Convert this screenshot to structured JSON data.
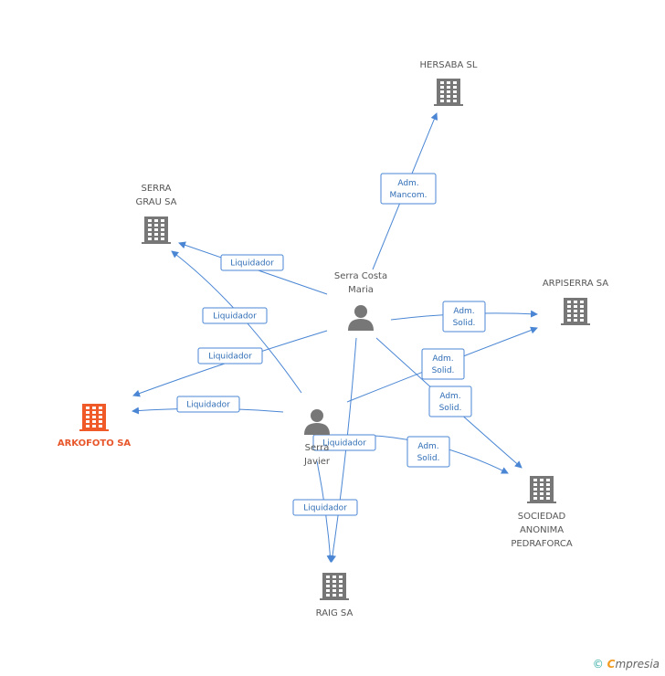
{
  "colors": {
    "company": "#777777",
    "main_company": "#f05a28",
    "person": "#777777",
    "edge": "#4a86d4"
  },
  "nodes": [
    {
      "id": "hersaba",
      "type": "company",
      "label_lines": [
        "HERSABA SL"
      ]
    },
    {
      "id": "serragrau",
      "type": "company",
      "label_lines": [
        "SERRA",
        "GRAU SA"
      ]
    },
    {
      "id": "arpiserra",
      "type": "company",
      "label_lines": [
        "ARPISERRA SA"
      ]
    },
    {
      "id": "arkofoto",
      "type": "company",
      "main": true,
      "label_lines": [
        "ARKOFOTO SA"
      ]
    },
    {
      "id": "sociedad",
      "type": "company",
      "label_lines": [
        "SOCIEDAD",
        "ANONIMA",
        "PEDRAFORCA"
      ]
    },
    {
      "id": "raig",
      "type": "company",
      "label_lines": [
        "RAIG SA"
      ]
    },
    {
      "id": "serracosta",
      "type": "person",
      "label_lines": [
        "Serra Costa",
        "Maria"
      ]
    },
    {
      "id": "serrajavier",
      "type": "person",
      "label_lines": [
        "Serra",
        "Javier"
      ]
    }
  ],
  "edges": [
    {
      "from": "serracosta",
      "to": "hersaba",
      "label_lines": [
        "Adm.",
        "Mancom."
      ]
    },
    {
      "from": "serracosta",
      "to": "serragrau",
      "label_lines": [
        "Liquidador"
      ]
    },
    {
      "from": "serrajavier",
      "to": "serragrau",
      "label_lines": [
        "Liquidador"
      ]
    },
    {
      "from": "serracosta",
      "to": "arkofoto",
      "label_lines": [
        "Liquidador"
      ]
    },
    {
      "from": "serrajavier",
      "to": "arkofoto",
      "label_lines": [
        "Liquidador"
      ]
    },
    {
      "from": "serracosta",
      "to": "arpiserra",
      "label_lines": [
        "Adm.",
        "Solid."
      ]
    },
    {
      "from": "serrajavier",
      "to": "arpiserra",
      "label_lines": [
        "Adm.",
        "Solid."
      ]
    },
    {
      "from": "serracosta",
      "to": "sociedad",
      "label_lines": [
        "Adm.",
        "Solid."
      ]
    },
    {
      "from": "serrajavier",
      "to": "sociedad",
      "label_lines": [
        "Adm.",
        "Solid."
      ]
    },
    {
      "from": "serracosta",
      "to": "raig",
      "label_lines": [
        "Liquidador"
      ]
    },
    {
      "from": "serrajavier",
      "to": "raig",
      "label_lines": [
        "Liquidador"
      ]
    }
  ],
  "footer": {
    "copyright_symbol": "©",
    "brand_e": "C",
    "brand_rest": "mpresia"
  }
}
